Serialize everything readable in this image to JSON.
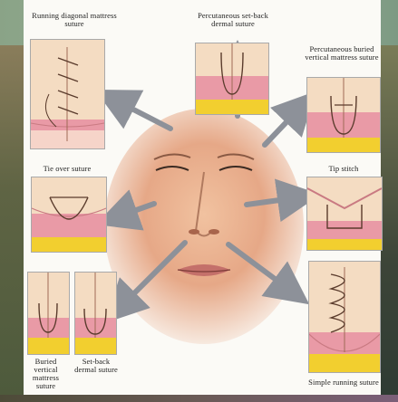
{
  "labels": {
    "running_diagonal": "Running diagonal mattress suture",
    "percutaneous_setback": "Percutaneous set-back dermal suture",
    "percutaneous_buried": "Percutaneous buried vertical mattress suture",
    "tie_over": "Tie over suture",
    "tip_stitch": "Tip stitch",
    "buried_vertical": "Buried vertical mattress suture",
    "setback_dermal": "Set-back dermal suture",
    "simple_running": "Simple running suture"
  },
  "colors": {
    "skin": "#f4dcc2",
    "dermis": "#e99aa6",
    "fat": "#f2cf2f",
    "arrow": "#8d9199",
    "suture": "#5a3b2c"
  },
  "icons": [
    "face-illustration",
    "arrow-icon"
  ]
}
